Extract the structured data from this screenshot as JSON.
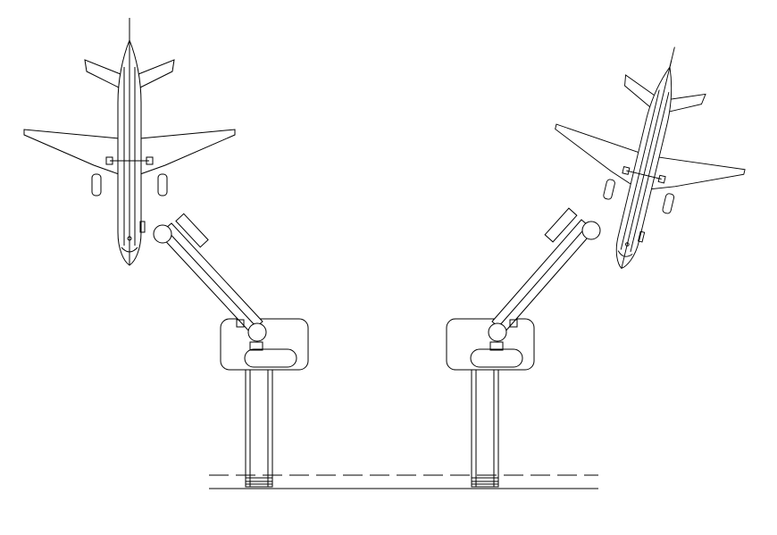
{
  "drawing": {
    "aircraft": [
      {
        "id": "left",
        "heading_deg": 0
      },
      {
        "id": "right",
        "heading_deg": 13.5
      }
    ],
    "gates": [
      {
        "id": "left"
      },
      {
        "id": "right"
      }
    ],
    "colors": {
      "line": "#000000",
      "background": "#ffffff"
    }
  }
}
